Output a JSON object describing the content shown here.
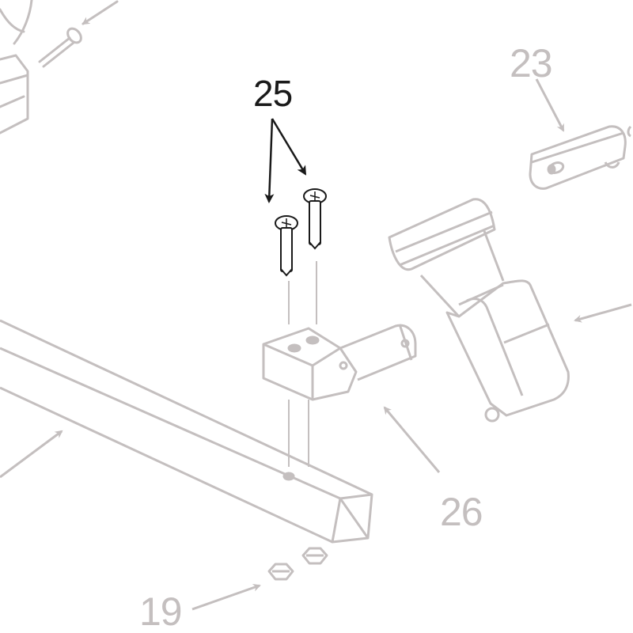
{
  "diagram": {
    "type": "exploded-parts-assembly",
    "colors": {
      "background": "#ffffff",
      "faded_part": "#c4bfbf",
      "highlight_part": "#1a1a1a"
    },
    "callouts": [
      {
        "id": "25",
        "label": "25",
        "part": "screws (2)",
        "style": "highlighted"
      },
      {
        "id": "23",
        "label": "23",
        "part": "clamp cap",
        "style": "faded"
      },
      {
        "id": "26",
        "label": "26",
        "part": "LNB mounting bracket",
        "style": "faded"
      },
      {
        "id": "19",
        "label": "19",
        "part": "hex nuts (2)",
        "style": "faded"
      }
    ],
    "parts": [
      {
        "name": "support-arm",
        "description": "square tube arm with end opening and hole"
      },
      {
        "name": "lnb",
        "description": "LNB converter"
      },
      {
        "name": "bracket",
        "description": "angled bracket with two screw holes"
      },
      {
        "name": "screws",
        "count": 2
      },
      {
        "name": "nuts",
        "count": 2
      },
      {
        "name": "clamp",
        "description": "clamp cap"
      },
      {
        "name": "bolt",
        "description": "bolt at top-left (partially visible)"
      }
    ]
  }
}
